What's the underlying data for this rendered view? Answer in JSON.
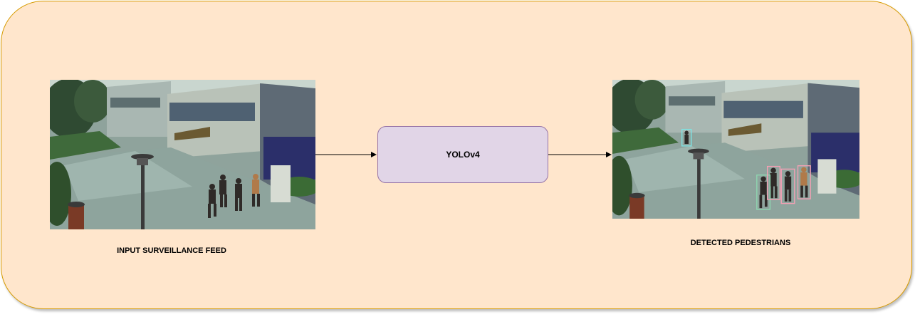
{
  "diagram": {
    "input_caption": "INPUT SURVEILLANCE FEED",
    "model_label": "YOLOv4",
    "output_caption": "DETECTED PEDESTRIANS"
  },
  "images": {
    "input": {
      "alt": "campus walkway surveillance frame"
    },
    "output": {
      "alt": "campus walkway surveillance frame with pedestrian bounding boxes"
    }
  },
  "colors": {
    "panel_fill": "#ffe6cc",
    "panel_stroke": "#d79b00",
    "model_fill": "#e1d5e7",
    "model_stroke": "#9673a6",
    "bbox_cyan": "#7fe3e3",
    "bbox_pink": "#f2a0b4",
    "bbox_green": "#8fd6b0"
  }
}
